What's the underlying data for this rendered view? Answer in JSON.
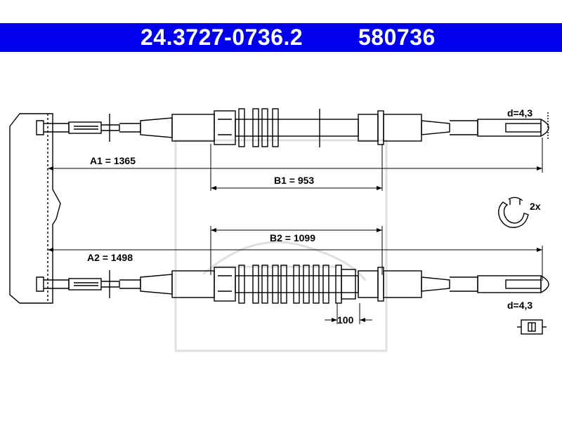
{
  "header": {
    "part_number": "24.3727-0736.2",
    "short_number": "580736"
  },
  "dimensions": {
    "a1": "A1 = 1365",
    "a2": "A2 = 1498",
    "b1": "B1 = 953",
    "b2": "B2 = 1099",
    "d_top": "d=4,3",
    "d_bottom": "d=4,3",
    "spacing": "100"
  },
  "clip": {
    "quantity": "2x"
  },
  "colors": {
    "header_bg": "#0000ee",
    "line": "#000000"
  }
}
